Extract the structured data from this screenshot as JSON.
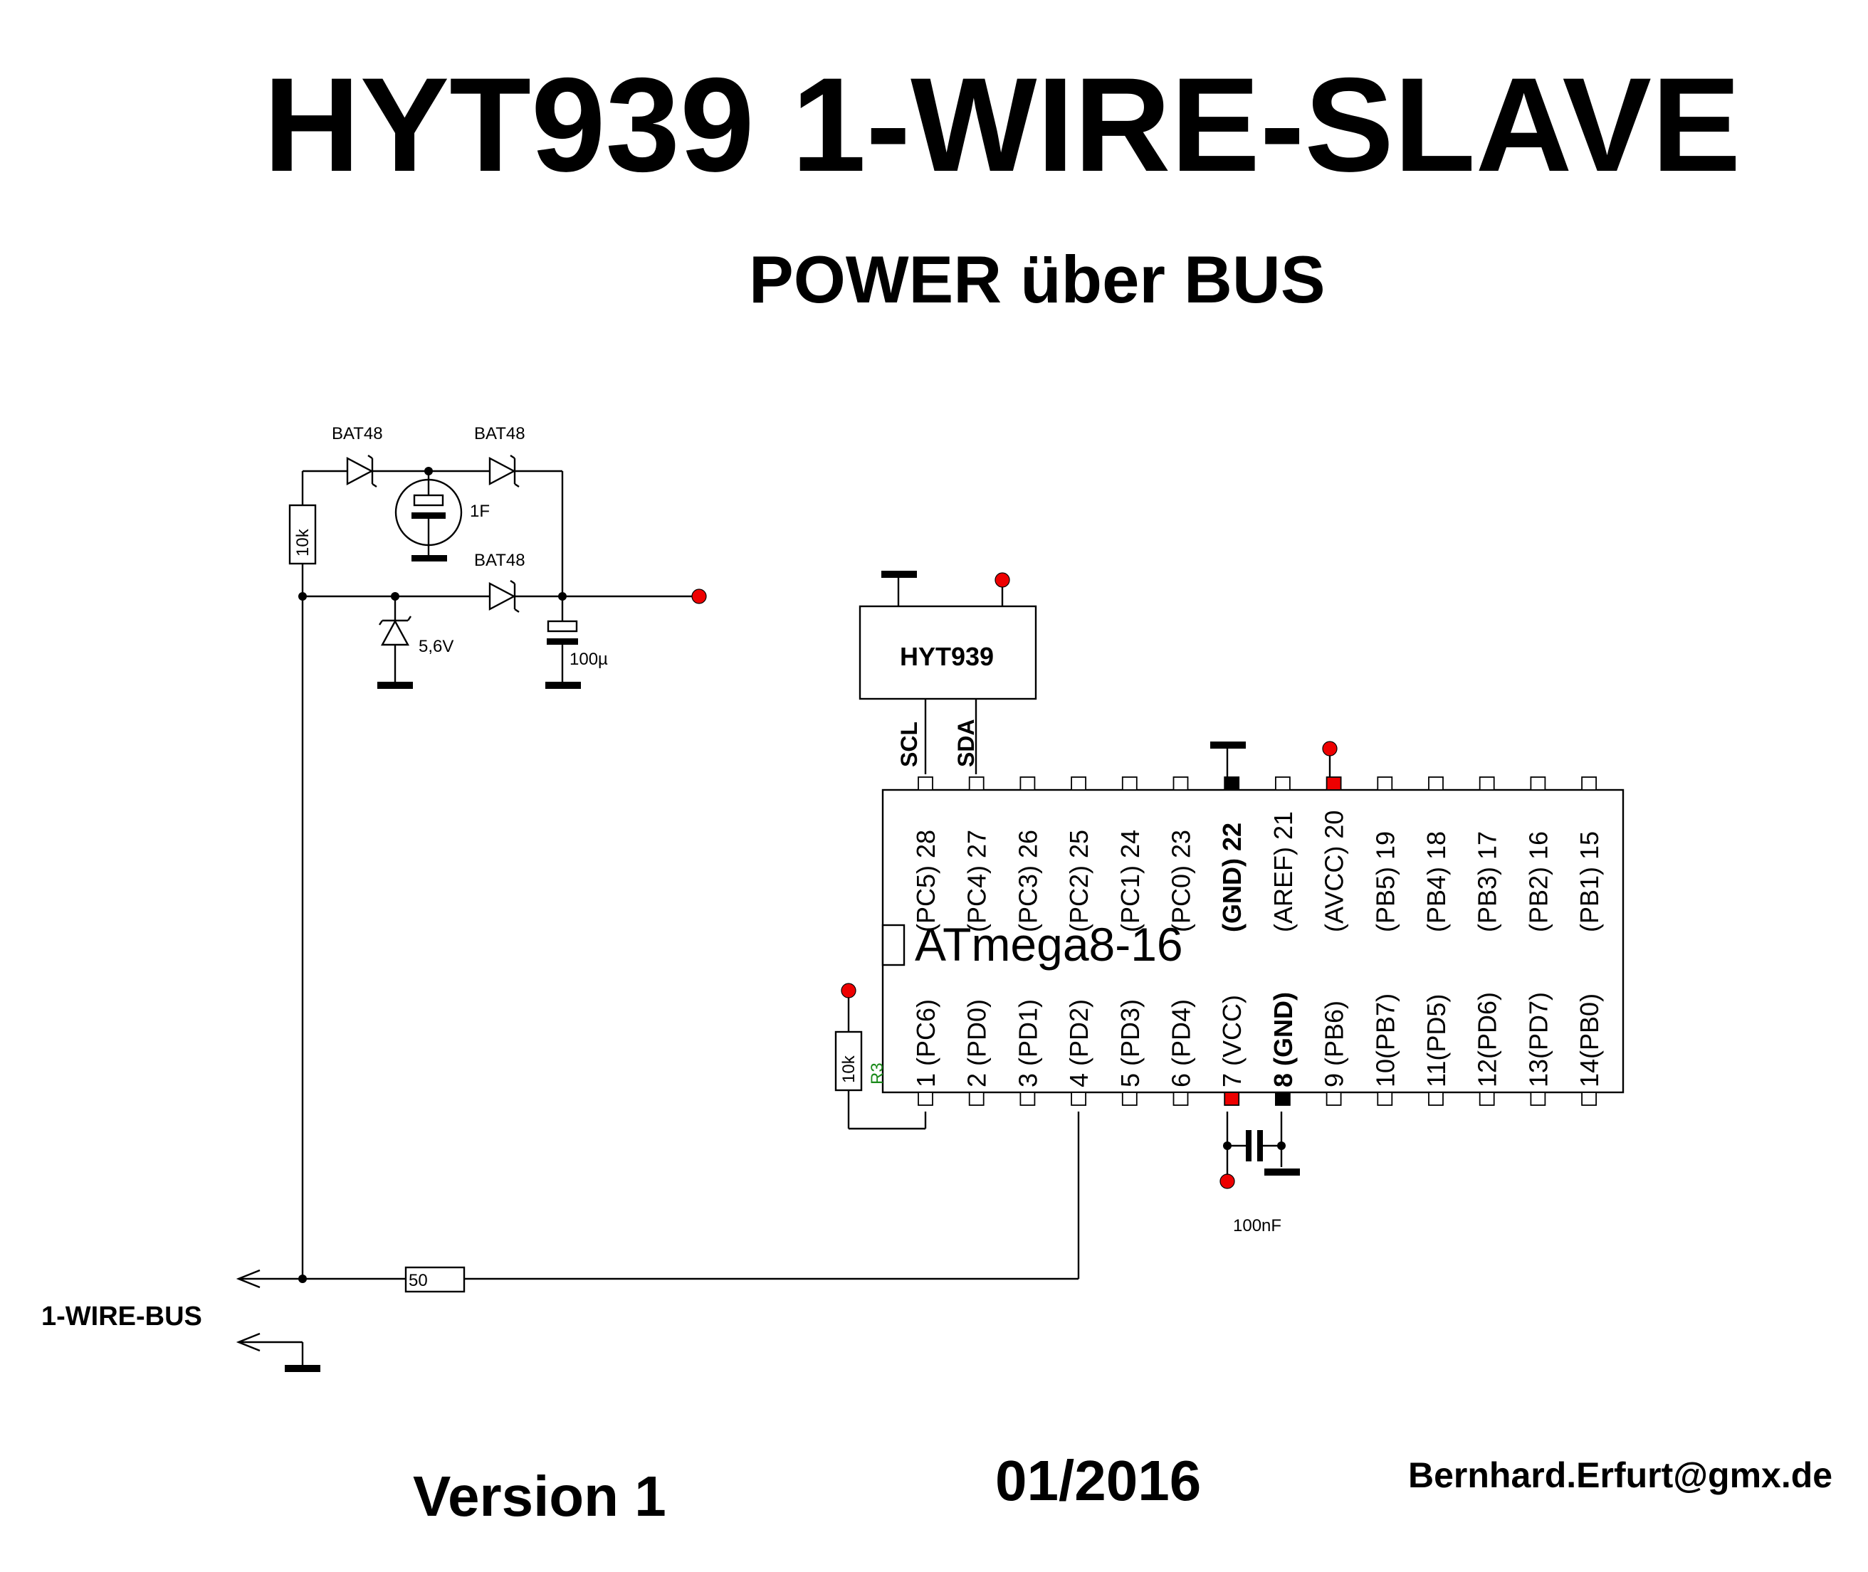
{
  "title": "HYT939  1-WIRE-SLAVE",
  "subtitle": "POWER über BUS",
  "footer": {
    "version": "Version 1",
    "date": "01/2016",
    "email": "Bernhard.Erfurt@gmx.de"
  },
  "bus_label": "1-WIRE-BUS",
  "components": {
    "d1": "BAT48",
    "d2": "BAT48",
    "d3": "BAT48",
    "cap_big": "1F",
    "zener": "5,6V",
    "cap_elko": "100µ",
    "r_pullup": "10k",
    "r_series": "50",
    "r3_value": "10k",
    "r3_name": "R3",
    "c_decouple": "100nF"
  },
  "sensor": {
    "name": "HYT939",
    "scl": "SCL",
    "sda": "SDA"
  },
  "mcu": {
    "name": "ATmega8-16",
    "top_pins": [
      "(PC5) 28",
      "(PC4) 27",
      "(PC3) 26",
      "(PC2) 25",
      "(PC1) 24",
      "(PC0) 23",
      "(GND) 22",
      "(AREF) 21",
      "(AVCC) 20",
      "(PB5) 19",
      "(PB4) 18",
      "(PB3) 17",
      "(PB2) 16",
      "(PB1) 15"
    ],
    "bottom_pins": [
      "1 (PC6)",
      "2 (PD0)",
      "3 (PD1)",
      "4 (PD2)",
      "5 (PD3)",
      "6 (PD4)",
      "7 (VCC)",
      "8 (GND)",
      "9 (PB6)",
      "10(PB7)",
      "11(PD5)",
      "12(PD6)",
      "13(PD7)",
      "14(PB0)"
    ]
  },
  "colors": {
    "supply_marker": "#ee0000",
    "ground_marker": "#000000",
    "r3_label": "#1a8a1a"
  }
}
